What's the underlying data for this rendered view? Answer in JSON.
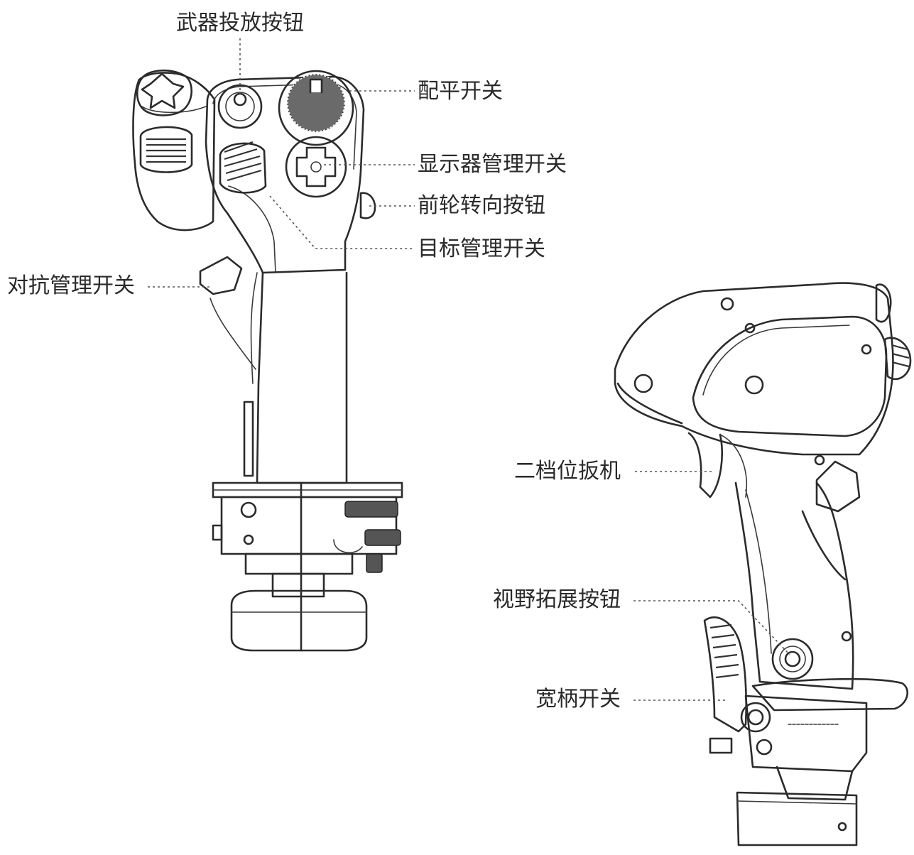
{
  "labels": {
    "weapon_release_button": "武器投放按钮",
    "trim_switch": "配平开关",
    "display_management_switch": "显示器管理开关",
    "nosewheel_steering_button": "前轮转向按钮",
    "target_management_switch": "目标管理开关",
    "countermeasures_switch": "对抗管理开关",
    "second_detent_trigger": "二档位扳机",
    "field_of_view_expand_button": "视野拓展按钮",
    "paddle_switch": "宽柄开关"
  },
  "colors": {
    "line": "#2b2b2b",
    "label": "#2a2a2a",
    "leader": "#555555"
  }
}
